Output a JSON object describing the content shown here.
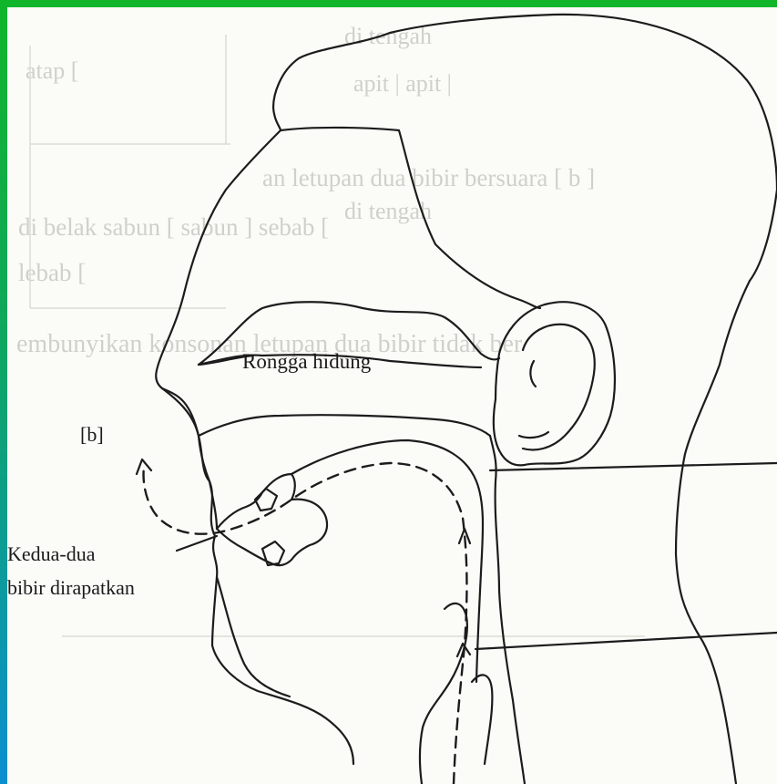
{
  "labels": {
    "nasal_cavity": "Rongga hidung",
    "phoneme": "[b]",
    "lips_line1": "Kedua-dua",
    "lips_line2": "bibir dirapatkan"
  },
  "ghost": {
    "lines": [
      "di tengah",
      "atap [",
      "apit | apit |",
      "an letupan dua bibir bersuara [ b ]",
      "di tengah",
      "di belak   sabun [ sabun ]   sebab [",
      "lebab [",
      "embunyikan konsonan letupan dua bibir tidak ber"
    ]
  },
  "colors": {
    "frame_green": "#11b52a",
    "frame_blue": "#0a8fd0",
    "paper": "#fbfbf8",
    "ink": "#1c1c1c"
  }
}
